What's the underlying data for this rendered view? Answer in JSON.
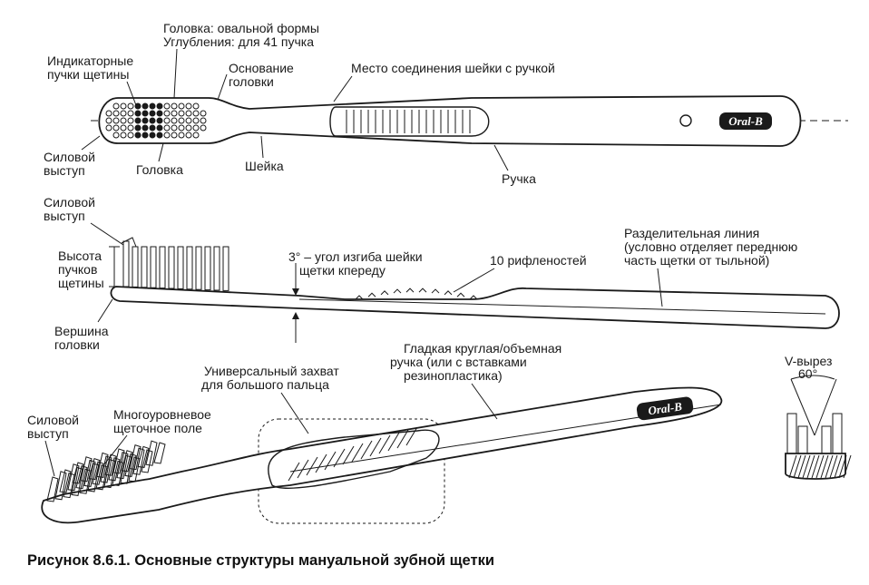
{
  "labels": {
    "head_shape": "Головка: овальной формы",
    "head_holes": "Углубления: для 41 пучка",
    "indicator_1": "Индикаторные",
    "indicator_2": "пучки щетины",
    "head_base_1": "Основание",
    "head_base_2": "головки",
    "neck_joint": "Место соединения шейки с ручкой",
    "power_tip_top_1": "Силовой",
    "power_tip_top_2": "выступ",
    "head": "Головка",
    "neck": "Шейка",
    "handle": "Ручка",
    "power_tip_mid_1": "Силовой",
    "power_tip_mid_2": "выступ",
    "tuft_height_1": "Высота",
    "tuft_height_2": "пучков",
    "tuft_height_3": "щетины",
    "head_top_1": "Вершина",
    "head_top_2": "головки",
    "bend_angle_1": "3° – угол изгиба шейки",
    "bend_angle_2": "щетки кпереду",
    "ribs": "10 рифленостей",
    "parting_1": "Разделительная линия",
    "parting_2": "(условно отделяет переднюю",
    "parting_3": "часть щетки от тыльной)",
    "thumb_grip_1": "Универсальный захват",
    "thumb_grip_2": "для большого пальца",
    "smooth_handle_1": "Гладкая круглая/объемная",
    "smooth_handle_2": "ручка (или с вставками",
    "smooth_handle_3": "резинопластика)",
    "power_tip_bot_1": "Силовой",
    "power_tip_bot_2": "выступ",
    "multilevel_1": "Многоуровневое",
    "multilevel_2": "щеточное поле",
    "vcut_1": "V-вырез",
    "vcut_2": "60°"
  },
  "logo_text": "Oral-B",
  "caption": "Рисунок 8.6.1. Основные структуры мануальной зубной щетки"
}
